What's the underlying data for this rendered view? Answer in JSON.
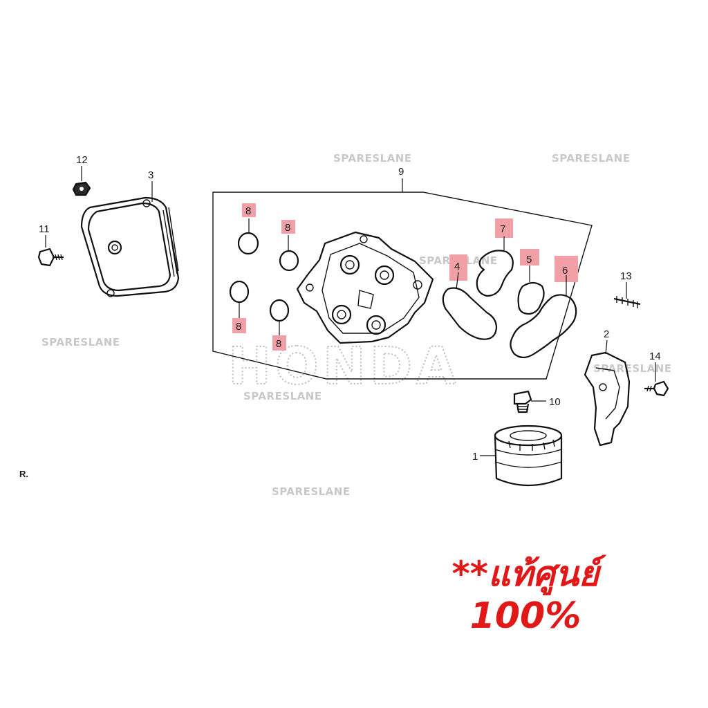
{
  "callouts": {
    "c1": "1",
    "c2": "2",
    "c3": "3",
    "c4": "4",
    "c5": "5",
    "c6": "6",
    "c7": "7",
    "c8a": "8",
    "c8b": "8",
    "c8c": "8",
    "c8d": "8",
    "c9": "9",
    "c10": "10",
    "c11": "11",
    "c12": "12",
    "c13": "13",
    "c14": "14"
  },
  "watermarks": {
    "spareslane": "SPARESLANE",
    "honda": "HONDA"
  },
  "corner_mark": "R.",
  "promo": {
    "line1": "**แท้ศูนย์",
    "line2": "100%"
  },
  "colors": {
    "highlight": "#f0a0a6",
    "promo_text": "#e01818",
    "watermark": "#c8c8c8",
    "line_art": "#111111"
  }
}
